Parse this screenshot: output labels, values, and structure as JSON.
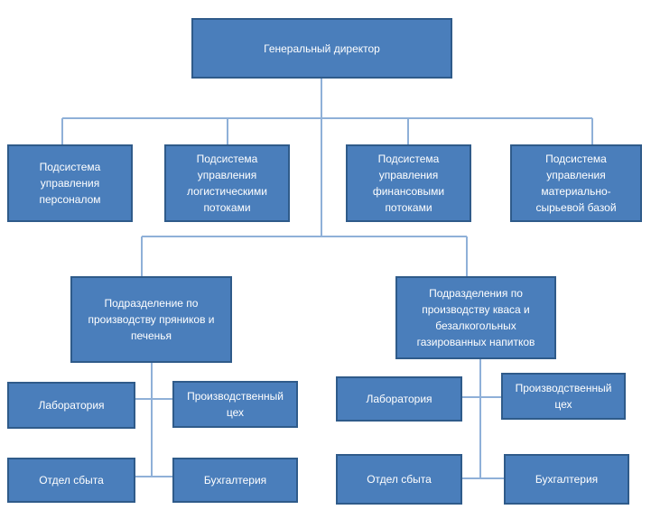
{
  "nodes": {
    "ceo": "Генеральный директор",
    "hr": "Подсистема\nуправления\nперсоналом",
    "logistics": "Подсистема\nуправления\nлогистическими\nпотоками",
    "finance": "Подсистема\nуправления\nфинансовыми\nпотоками",
    "materials": "Подсистема\nуправления\nматериально-\nсырьевой базой",
    "div_gingerbread": "Подразделение по\nпроизводству пряников и\nпеченья",
    "div_kvass": "Подразделения по\nпроизводству кваса и\nбезалкогольных\nгазированных напитков",
    "lab_left": "Лаборатория",
    "workshop_left": "Производственный\nцех",
    "sales_left": "Отдел сбыта",
    "accounting_left": "Бухгалтерия",
    "lab_right": "Лаборатория",
    "workshop_right": "Производственный\nцех",
    "sales_right": "Отдел сбыта",
    "accounting_right": "Бухгалтерия"
  },
  "colors": {
    "box_fill": "#4a7ebb",
    "box_border": "#2f5b8a",
    "connector": "#8fb0d8",
    "text": "#ffffff"
  }
}
